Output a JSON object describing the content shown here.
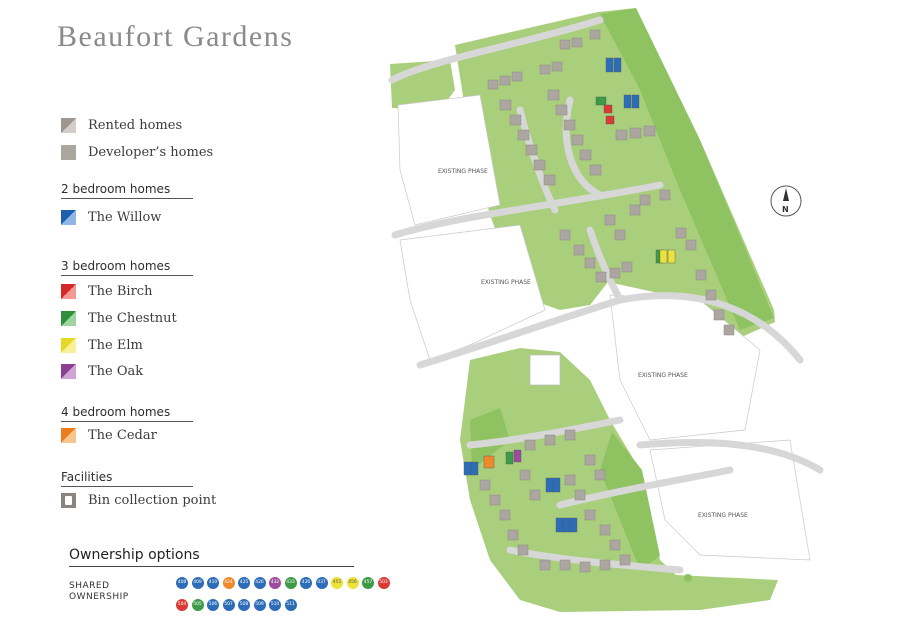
{
  "title": "Beaufort Gardens",
  "legend": {
    "rented": "Rented homes",
    "developer": "Developer’s homes",
    "two_bed_heading": "2 bedroom homes",
    "willow": "The Willow",
    "three_bed_heading": "3 bedroom homes",
    "birch": "The Birch",
    "chestnut": "The Chestnut",
    "elm": "The Elm",
    "oak": "The Oak",
    "four_bed_heading": "4 bedroom homes",
    "cedar": "The Cedar",
    "facilities_heading": "Facilities",
    "bin": "Bin collection point"
  },
  "colors": {
    "rented": "#b8b0ab",
    "developer": "#aca6a1",
    "willow": "#2d6db8",
    "birch": "#d93a33",
    "chestnut": "#3c9a48",
    "elm": "#ece23a",
    "oak": "#9a4d9e",
    "cedar": "#ef8a2a",
    "green": "#9cc86a",
    "green_dark": "#6fa844"
  },
  "ownership": {
    "title": "Ownership options",
    "shared_label_1": "SHARED",
    "shared_label_2": "OWNERSHIP",
    "plots": [
      {
        "id": "408",
        "type": "willow"
      },
      {
        "id": "409",
        "type": "willow"
      },
      {
        "id": "410",
        "type": "willow"
      },
      {
        "id": "424",
        "type": "cedar"
      },
      {
        "id": "425",
        "type": "willow"
      },
      {
        "id": "426",
        "type": "willow"
      },
      {
        "id": "432",
        "type": "oak"
      },
      {
        "id": "433",
        "type": "chestnut"
      },
      {
        "id": "436",
        "type": "willow"
      },
      {
        "id": "437",
        "type": "willow"
      },
      {
        "id": "455",
        "type": "elm"
      },
      {
        "id": "456",
        "type": "elm"
      },
      {
        "id": "457",
        "type": "chestnut"
      },
      {
        "id": "503",
        "type": "birch"
      },
      {
        "id": "504",
        "type": "birch"
      },
      {
        "id": "505",
        "type": "chestnut"
      },
      {
        "id": "506",
        "type": "willow"
      },
      {
        "id": "507",
        "type": "willow"
      },
      {
        "id": "508",
        "type": "willow"
      },
      {
        "id": "509",
        "type": "willow"
      },
      {
        "id": "510",
        "type": "willow"
      },
      {
        "id": "511",
        "type": "willow"
      }
    ]
  },
  "map": {
    "labels": {
      "existing_1": "EXISTING PHASE",
      "existing_2": "EXISTING PHASE",
      "existing_3": "EXISTING PHASE",
      "existing_4": "EXISTING PHASE",
      "north": "N"
    }
  }
}
